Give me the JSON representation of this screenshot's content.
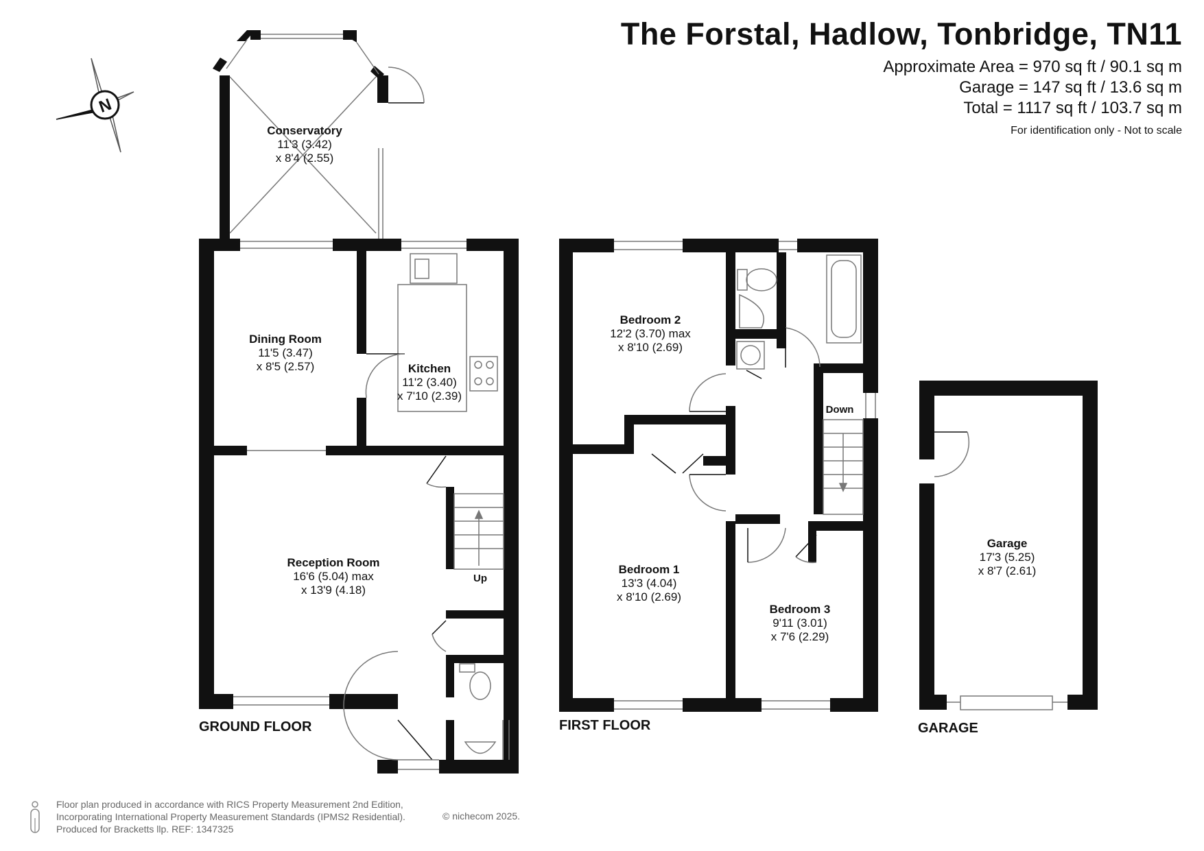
{
  "header": {
    "address": "The Forstal, Hadlow, Tonbridge, TN11",
    "area_lines": [
      "Approximate Area = 970 sq ft / 90.1 sq m",
      "Garage = 147 sq ft / 13.6 sq m",
      "Total = 1117 sq ft / 103.7 sq m"
    ],
    "disclaimer": "For identification only - Not to scale"
  },
  "compass": {
    "letter": "N"
  },
  "floors": {
    "ground": "GROUND FLOOR",
    "first": "FIRST FLOOR",
    "garage": "GARAGE"
  },
  "rooms": {
    "conservatory": {
      "name": "Conservatory",
      "dim1": "11'3 (3.42)",
      "dim2": "x 8'4 (2.55)"
    },
    "dining": {
      "name": "Dining Room",
      "dim1": "11'5 (3.47)",
      "dim2": "x 8'5 (2.57)"
    },
    "kitchen": {
      "name": "Kitchen",
      "dim1": "11'2 (3.40)",
      "dim2": "x 7'10 (2.39)"
    },
    "reception": {
      "name": "Reception Room",
      "dim1": "16'6 (5.04) max",
      "dim2": "x 13'9 (4.18)"
    },
    "bedroom2": {
      "name": "Bedroom 2",
      "dim1": "12'2 (3.70) max",
      "dim2": "x 8'10 (2.69)"
    },
    "bedroom1": {
      "name": "Bedroom 1",
      "dim1": "13'3 (4.04)",
      "dim2": "x 8'10 (2.69)"
    },
    "bedroom3": {
      "name": "Bedroom 3",
      "dim1": "9'11 (3.01)",
      "dim2": "x 7'6 (2.29)"
    },
    "garage": {
      "name": "Garage",
      "dim1": "17'3 (5.25)",
      "dim2": "x 8'7 (2.61)"
    }
  },
  "stairs": {
    "up": "Up",
    "down": "Down"
  },
  "footer": {
    "lines": [
      "Floor plan produced in accordance with RICS Property Measurement 2nd Edition,",
      "Incorporating International Property Measurement Standards (IPMS2 Residential).",
      "Produced for Bracketts llp.   REF:  1347325"
    ],
    "copyright": "© nichecom 2025."
  },
  "colors": {
    "wall": "#111111",
    "fixture": "#777777",
    "window": "#ffffff"
  }
}
